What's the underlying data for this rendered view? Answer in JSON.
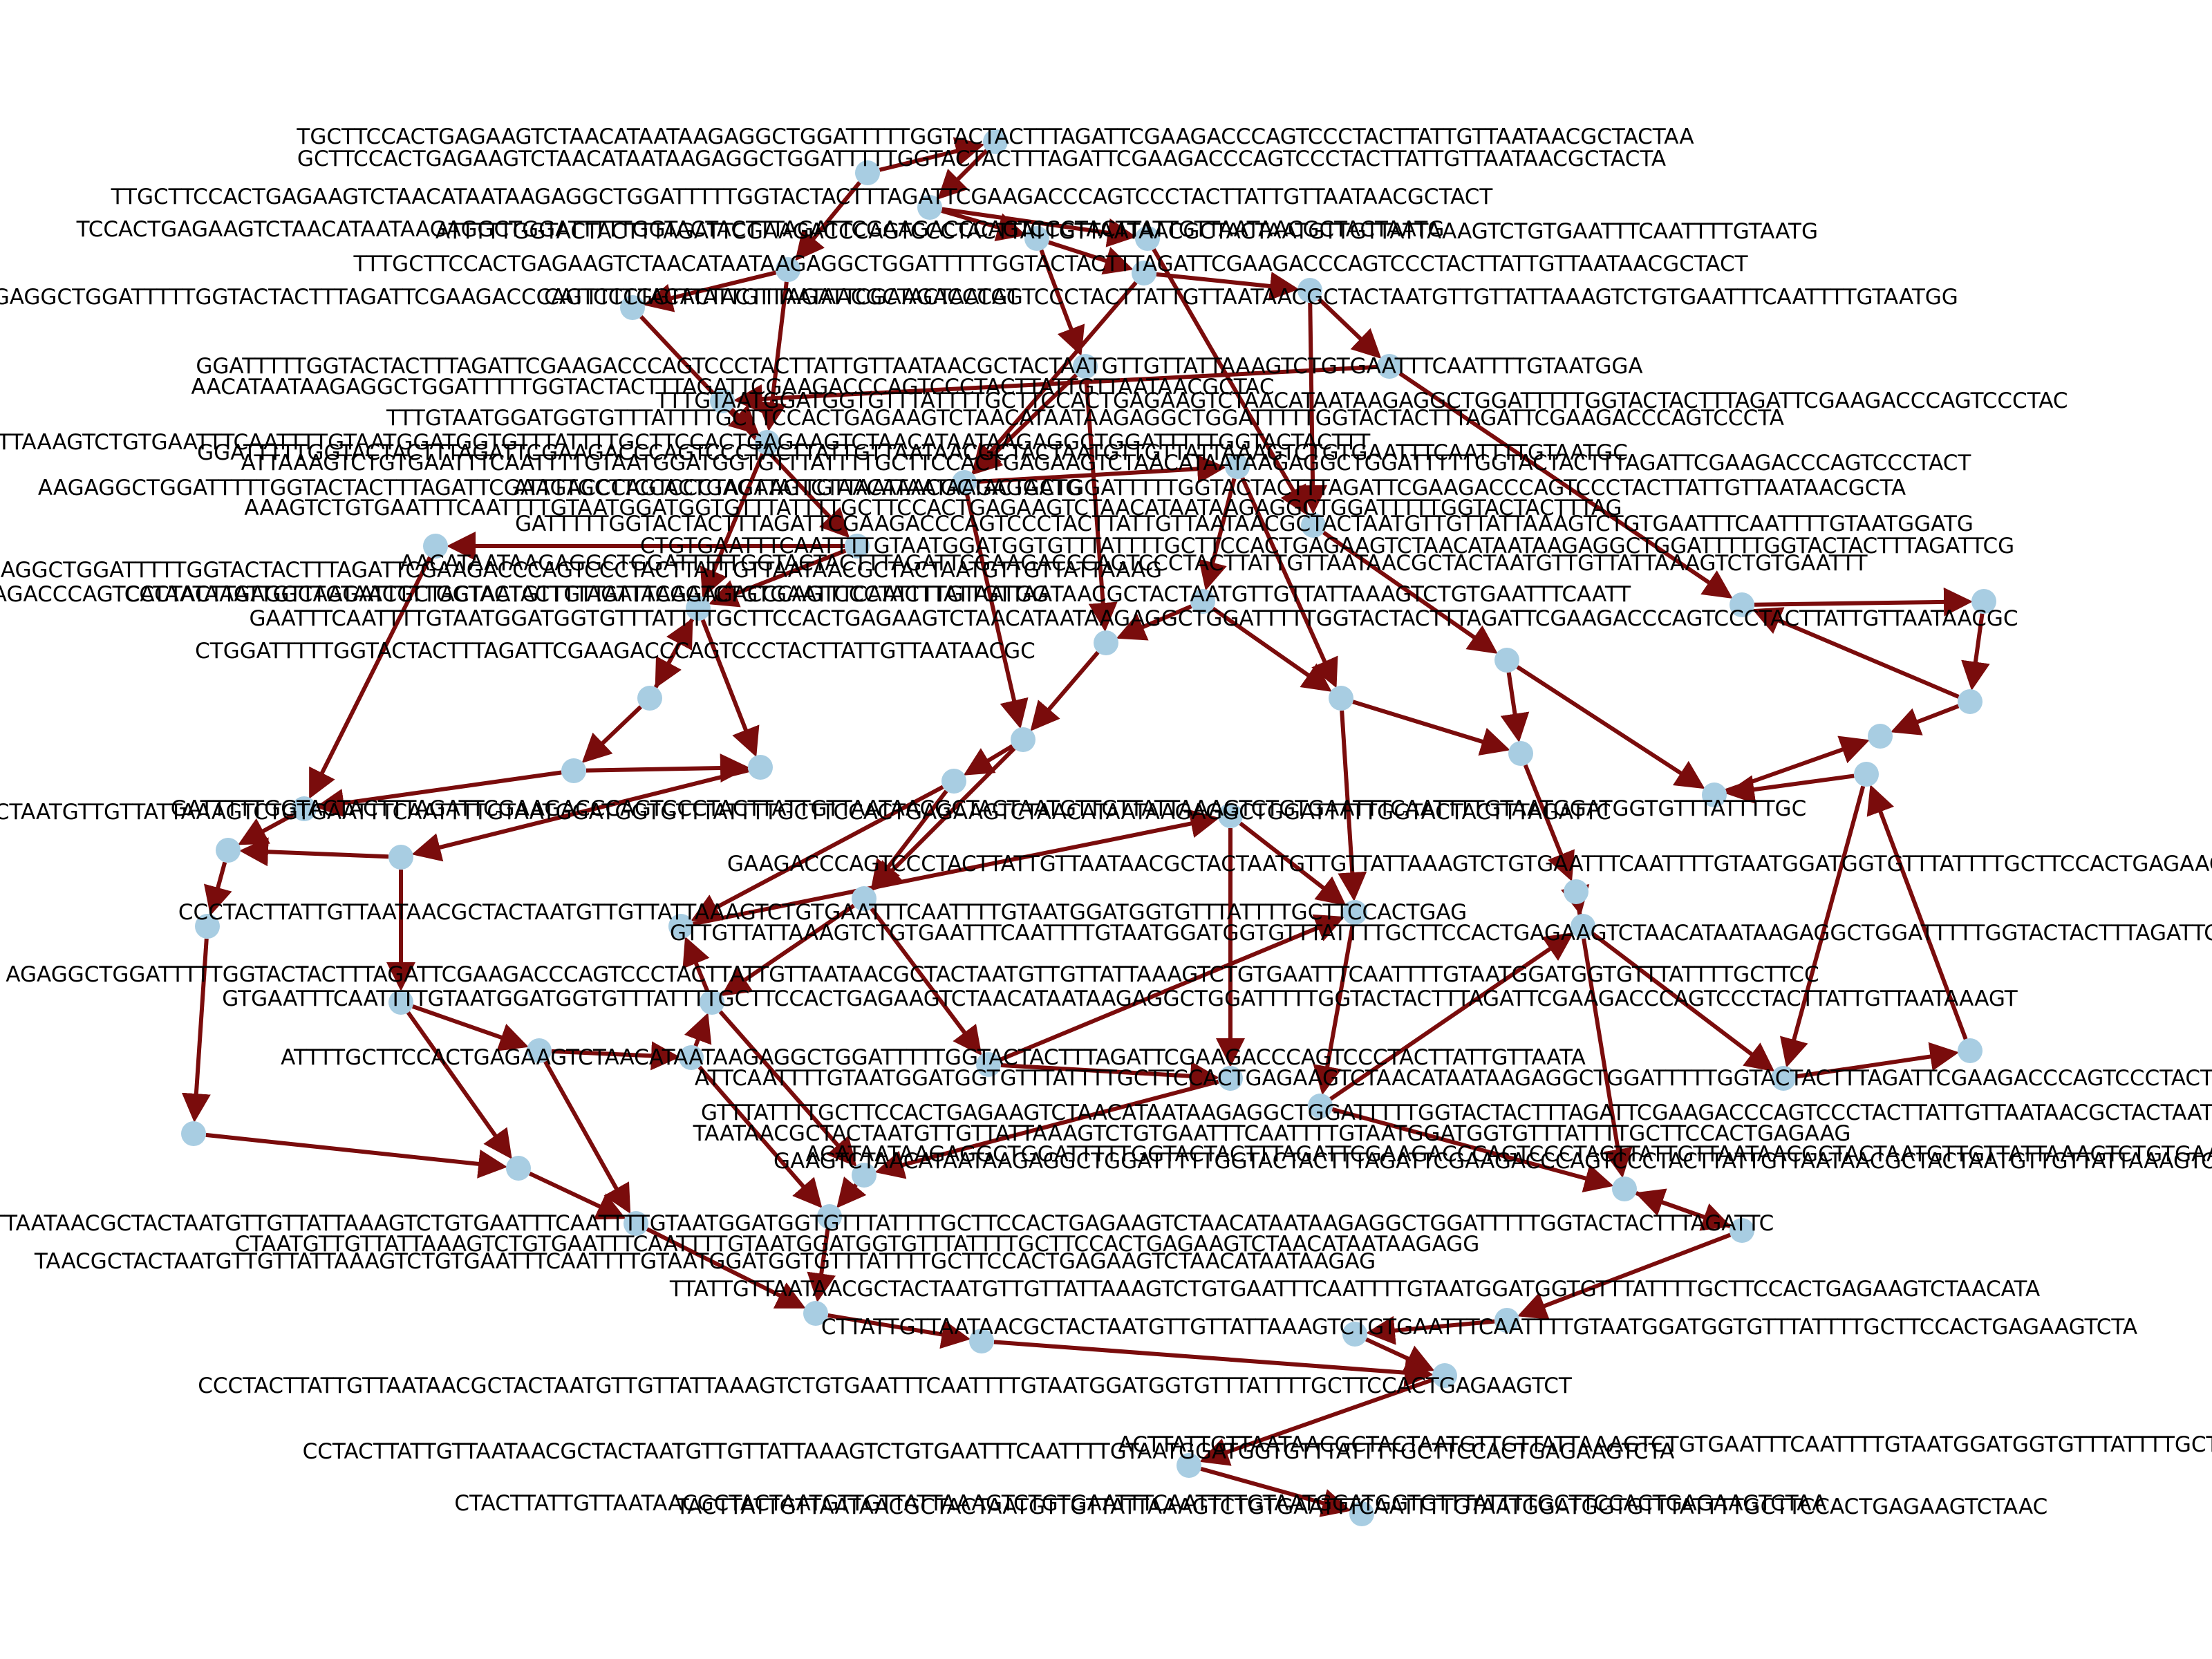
{
  "colors": {
    "node": "#a8cde2",
    "edge": "#7a0c0c",
    "label": "#000000",
    "background": "#ffffff"
  },
  "labels": [
    "TGCTTCCACTGAGAAGTCTAACATAATAAGAGGCTGGATTTTTGGTACTACTTTAGATTCGAAGACCCAGTCCCTACTTATTGTTAATAACGCTACTAA",
    "GCTTCCACTGAGAAGTCTAACATAATAAGAGGCTGGATTTTTGGTACTACTTTAGATTCGAAGACCCAGTCCCTACTTATTGTTAATAACGCTACTA",
    "TTGCTTCCACTGAGAAGTCTAACATAATAAGAGGCTGGATTTTTGGTACTACTTTAGATTCGAAGACCCAGTCCCTACTTATTGTTAATAACGCTACT",
    "TCCACTGAGAAGTCTAACATAATAAGAGGCTGGATTTTTGGTACTACTTTAGATTCGAAGACCCAGTCCCTACTTATTGTTAATAACGCTACTAATG",
    "ATTTTTGGTACTACTTTAGATTCGAAGACCCAGTCCCTACTTATTGTTAATAACGCTACTAATGTTGTTATTAAAGTCTGTGAATTTCAATTTTGTAATG",
    "TTTGCTTCCACTGAGAAGTCTAACATAATAAGAGGCTGGATTTTTGGTACTACTTTAGATTCGAAGACCCAGTCCCTACTTATTGTTAATAACGCTACT",
    "GAAGTCTAACATAATAAGAGGCTGGATTTTTGGTACTACTTTAGATTCGAAGACCCAGTCCCTACTTATTGTTAATAACGCTACTAATGT",
    "CATTTTTGGTACTACTTTAGATTCGAAGACCCAGTCCCTACTTATTGTTAATAACGCTACTAATGTTGTTATTAAAGTCTGTGAATTTCAATTTTGTAATGG",
    "GGATTTTTGGTACTACTTTAGATTCGAAGACCCAGTCCCTACTTATTGTTAATAACGCTACTAATGTTGTTATTAAAGTCTGTGAATTTCAATTTTGTAATGGA",
    "AACATAATAAGAGGCTGGATTTTTGGTACTACTTTAGATTCGAAGACCCAGTCCCTACTTATTGTTAATAACGCTAC",
    "TTTGTAATGGATGGTGTTTATTTTGCTTCCACTGAGAAGTCTAACATAATAAGAGGCTGGATTTTTGGTACTACTTTAGATTCGAAGACCCAGTCCCTAC",
    "TTTGTAATGGATGGTGTTTATTTTGCTTCCACTGAGAAGTCTAACATAATAAGAGGCTGGATTTTTGGTACTACTTTAGATTCGAAGACCCAGTCCCTA",
    "ATTAAAGTCTGTGAATTTCAATTTTGTAATGGATGGTGTTTATTTTGCTTCCACTGAGAAGTCTAACATAATAAGAGGCTGGATTTTTGGTACTACTTT",
    "GGATTTTTGGTACTACTTTAGATTCGAAGACCCAGTCCCTACTTATTGTTAATAACGCTACTAATGTTGTTATTAAAGTCTGTGAATTTCAATTTTGTAATGC",
    "ATTAAAGTCTGTGAATTTCAATTTTGTAATGGATGGTGTTTATTTTGCTTCCACTGAGAAGTCTAACATAATAAGAGGCTGGATTTTTGGTACTACTTTAGATTCGAAGACCCAGTCCCTACT",
    "AAGAGGCTGGATTTTTGGTACTACTTTAGATTCGAAGACCCAGTCCCTACTTATTGTTAATAACGCTACTAATG",
    "ATTTTGCTTCCACTGAGAAGTCTAACATAATAAGAGGCTGGATTTTTGGTACTACTTTAGATTCGAAGACCCAGTCCCTACTTATTGTTAATAACGCTA",
    "AAAGTCTGTGAATTTCAATTTTGTAATGGATGGTGTTTATTTTGCTTCCACTGAGAAGTCTAACATAATAAGAGGCTGGATTTTTGGTACTACTTTAG",
    "GATTTTTGGTACTACTTTAGATTCGAAGACCCAGTCCCTACTTATTGTTAATAACGCTACTAATGTTGTTATTAAAGTCTGTGAATTTCAATTTTGTAATGGATG",
    "CTGTGAATTTCAATTTTGTAATGGATGGTGTTTATTTTGCTTCCACTGAGAAGTCTAACATAATAAGAGGCTGGATTTTTGGTACTACTTTAGATTCG",
    "AACATAATAAGAGGCTGGATTTTTGGTACTACTTTAGATTCGAAGACCCAGTCCCTACTTATTGTTAATAACGCTACTAATGTTGTTATTAAAGTCTGTGAATTT",
    "ACATAATAAGAGGCTGGATTTTTGGTACTACTTTAGATTCGAAGACCCAGTCCCTACTTATTGTTAATAACGCTACTAATGTTGTTATTAAAG",
    "CGGATTTTTGGTACTACTTTAGATTCGAAGACCCAGTCCCTACTTATTGTTAATAACGCTACTAATGTTGTTATTAAAGTCTGTGAATTTCAATTTTGTAATGG",
    "CATAATAAGAGGCTGGATTTTTGGTACTACTTTAGATTCGAAGACCCAGTCCCTACTTATTGTTAATAACGCTACTAATGTTGTTATTAAAGTCTGTGAATTTCAATT",
    "GAATTTCAATTTTGTAATGGATGGTGTTTATTTTGCTTCCACTGAGAAGTCTAACATAATAAGAGGCTGGATTTTTGGTACTACTTTAGATTCGAAGACCCAGTCCCTACTTATTGTTAATAACGC",
    "CTGGATTTTTGGTACTACTTTAGATTCGAAGACCCAGTCCCTACTTATTGTTAATAACGC",
    "GATTTTTGGTACTACTTTAGATTCGAAGACCCAGTCCCTACTTATTGTTAATAACGCTACTAATGTTGTTATTAAAGTCTGTGAATTTCAATTTTGTAATGGATGGTGTTTATTTTGC",
    "ATAACGCTACTAATGTTGTTATTAAAGTCTGTGAATTTCAATTTTGTAATGGATGGTGTTTATTTTGCTTCCACTGAGAAGTCTAACATAATAAGAGGCTGGATTTTTGGTACTACTTTAGATTC",
    "GAAGACCCAGTCCCTACTTATTGTTAATAACGCTACTAATGTTGTTATTAAAGTCTGTGAATTTCAATTTTGTAATGGATGGTGTTTATTTTGCTTCCACTGAGAAGTCTAACATAATAAGAGGCTGGATTTT",
    "CCCTACTTATTGTTAATAACGCTACTAATGTTGTTATTAAAGTCTGTGAATTTCAATTTTGTAATGGATGGTGTTTATTTTGCTTCCACTGAG",
    "GTTGTTATTAAAGTCTGTGAATTTCAATTTTGTAATGGATGGTGTTTATTTTGCTTCCACTGAGAAGTCTAACATAATAAGAGGCTGGATTTTTGGTACTACTTTAGATTCGAAGACCCAG",
    "AGAGGCTGGATTTTTGGTACTACTTTAGATTCGAAGACCCAGTCCCTACTTATTGTTAATAACGCTACTAATGTTGTTATTAAAGTCTGTGAATTTCAATTTTGTAATGGATGGTGTTTATTTTGCTTCC",
    "GTGAATTTCAATTTTGTAATGGATGGTGTTTATTTTGCTTCCACTGAGAAGTCTAACATAATAAGAGGCTGGATTTTTGGTACTACTTTAGATTCGAAGACCCAGTCCCTACTTATTGTTAATAAAGT",
    "ATTTTGCTTCCACTGAGAAGTCTAACATAATAAGAGGCTGGATTTTTGGTACTACTTTAGATTCGAAGACCCAGTCCCTACTTATTGTTAATA",
    "ATTCAATTTTGTAATGGATGGTGTTTATTTTGCTTCCACTGAGAAGTCTAACATAATAAGAGGCTGGATTTTTGGTACTACTTTAGATTCGAAGACCCAGTCCCTACTTATTGTTAATAACGCTACTAATGTTGTTATTAAAG",
    "GTTTATTTTGCTTCCACTGAGAAGTCTAACATAATAAGAGGCTGGATTTTTGGTACTACTTTAGATTCGAAGACCCAGTCCCTACTTATTGTTAATAACGCTACTAATG",
    "TAATAACGCTACTAATGTTGTTATTAAAGTCTGTGAATTTCAATTTTGTAATGGATGGTGTTTATTTTGCTTCCACTGAGAAG",
    "ACATAATAAGAGGCTGGATTTTTGGTACTACTTTAGATTCGAAGACCCAGTCCCTACTTATTGTTAATAACGCTACTAATGTTGTTATTAAAGTCTGTGAATTTCAATTTTGTAATGGATGG",
    "GAAGTCTAACATAATAAGAGGCTGGATTTTTGGTACTACTTTAGATTCGAAGACCCAGTCCCTACTTATTGTTAATAACGCTACTAATGTTGTTATTAAAGTCTGTGAATTTCAATTTTGTAATGGATGGTGTTTATTTTGCTTCCACTGAGAAGT",
    "TTATTGTTAATAACGCTACTAATGTTGTTATTAAAGTCTGTGAATTTCAATTTTGTAATGGATGGTGTTTATTTTGCTTCCACTGAGAAGTCTAACATAATAAGAGGCTGGATTTTTGGTACTACTTTAGATTC",
    "CTAATGTTGTTATTAAAGTCTGTGAATTTCAATTTTGTAATGGATGGTGTTTATTTTGCTTCCACTGAGAAGTCTAACATAATAAGAGG",
    "TAACGCTACTAATGTTGTTATTAAAGTCTGTGAATTTCAATTTTGTAATGGATGGTGTTTATTTTGCTTCCACTGAGAAGTCTAACATAATAAGAG",
    "TTATTGTTAATAACGCTACTAATGTTGTTATTAAAGTCTGTGAATTTCAATTTTGTAATGGATGGTGTTTATTTTGCTTCCACTGAGAAGTCTAACATA",
    "CTTATTGTTAATAACGCTACTAATGTTGTTATTAAAGTCTGTGAATTTCAATTTTGTAATGGATGGTGTTTATTTTGCTTCCACTGAGAAGTCTA",
    "CCCTACTTATTGTTAATAACGCTACTAATGTTGTTATTAAAGTCTGTGAATTTCAATTTTGTAATGGATGGTGTTTATTTTGCTTCCACTGAGAAGTCT",
    "CCTACTTATTGTTAATAACGCTACTAATGTTGTTATTAAAGTCTGTGAATTTCAATTTTGTAATGGATGGTGTTTATTTTGCTTCCACTGAGAAGTCTA",
    "ACTTATTGTTAATAACGCTACTAATGTTGTTATTAAAGTCTGTGAATTTCAATTTTGTAATGGATGGTGTTTATTTTGCTTCCACTGAGAAGTCTA",
    "CTACTTATTGTTAATAACGCTACTAATGTTGTTATTAAAGTCTGTGAATTTCAATTTTGTAATGGATGGTGTTTATTTTGCTTCCACTGAGAAGTCTAA",
    "TACTTATTGTTAATAACGCTACTAATGTTGTTATTAAAGTCTGTGAATTTCAATTTTGTAATGGATGGTGTTTATTTTGCTTCCACTGAGAAGTCTAAC"
  ]
}
